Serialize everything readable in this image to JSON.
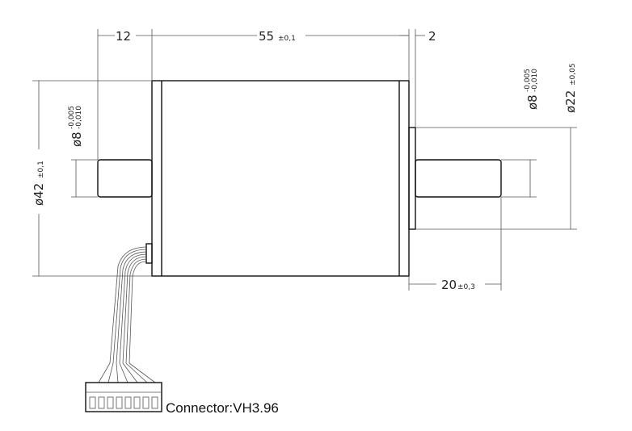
{
  "dimensions": {
    "left_shaft_len": "12",
    "body_len_main": "55",
    "body_len_tol": "±0,1",
    "flange_len": "2",
    "body_dia_main": "ø42",
    "body_dia_tol": "±0,1",
    "left_shaft_dia_main": "ø8",
    "left_shaft_dia_tol_upper": "-0,005",
    "left_shaft_dia_tol_lower": "-0,010",
    "right_shaft_dia_main": "ø8",
    "right_shaft_dia_tol_upper": "-0,005",
    "right_shaft_dia_tol_lower": "-0,010",
    "boss_dia_main": "ø22",
    "boss_dia_tol": "±0,05",
    "right_shaft_len_main": "20",
    "right_shaft_len_tol": "±0,3"
  },
  "connector": {
    "label": "Connector:VH3.96"
  }
}
